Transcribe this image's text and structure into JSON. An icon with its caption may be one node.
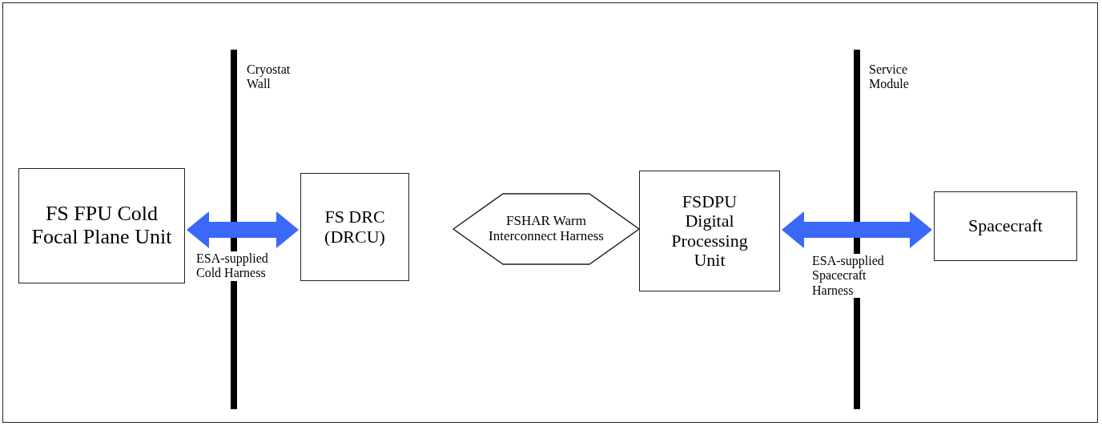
{
  "diagram": {
    "nodes": [
      {
        "text": [
          "FS FPU Cold Focal Plane Unit"
        ]
      },
      {
        "text": [
          "FS DRC (DRCU)"
        ]
      },
      {
        "text": [
          "FSHAR Warm Interconnect Harness"
        ]
      },
      {
        "text": [
          "FSDPU Digital Processing Unit"
        ]
      },
      {
        "text": [
          "Spacecraft"
        ]
      }
    ],
    "edges": [
      {
        "from": 0,
        "to": 1,
        "arrow": "both",
        "label": "ESA-supplied Cold Harness"
      },
      {
        "from": 3,
        "to": 4,
        "arrow": "both",
        "label": "ESA-supplied Spacecraft Harness"
      }
    ],
    "labels": [
      "Cryostat Wall",
      "Service Module"
    ]
  }
}
